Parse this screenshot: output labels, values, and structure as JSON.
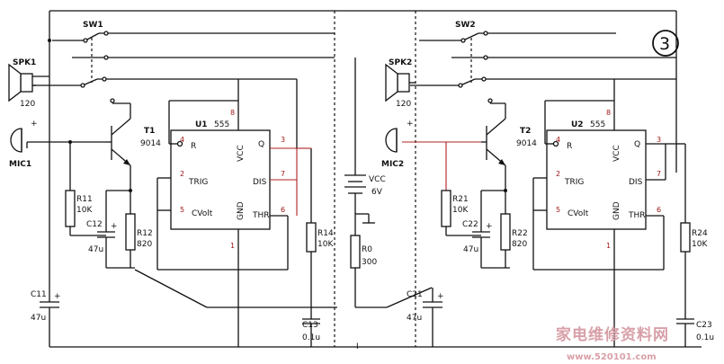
{
  "circuit_number": "3",
  "left": {
    "switch": "SW1",
    "speaker": "SPK1",
    "speaker_value": "120",
    "mic": "MIC1",
    "transistor": "T1",
    "transistor_type": "9014",
    "ic": "U1",
    "ic_type": "555",
    "r_a": "R11",
    "r_a_value": "10K",
    "c_a": "C12",
    "c_a_value": "47u",
    "r_b": "R12",
    "r_b_value": "820",
    "c_b": "C11",
    "c_b_value": "47u",
    "r_c": "R14",
    "r_c_value": "10K",
    "c_c": "C13",
    "c_c_value": "0.1u"
  },
  "right": {
    "switch": "SW2",
    "speaker": "SPK2",
    "speaker_value": "120",
    "mic": "MIC2",
    "transistor": "T2",
    "transistor_type": "9014",
    "ic": "U2",
    "ic_type": "555",
    "r_a": "R21",
    "r_a_value": "10K",
    "c_a": "C22",
    "c_a_value": "47u",
    "r_b": "R22",
    "r_b_value": "820",
    "c_b": "C21",
    "c_b_value": "47u",
    "r_c": "R24",
    "r_c_value": "10K",
    "c_c": "C23",
    "c_c_value": "0.1u"
  },
  "pins": {
    "r": "R",
    "vcc": "VCC",
    "q": "Q",
    "trig": "TRIG",
    "dis": "DIS",
    "cvolt": "CVolt",
    "gnd": "GND",
    "thr": "THR",
    "p1": "1",
    "p2": "2",
    "p3": "3",
    "p4": "4",
    "p5": "5",
    "p6": "6",
    "p7": "7",
    "p8": "8"
  },
  "supply": {
    "label": "VCC",
    "voltage": "6V",
    "resistor": "R0",
    "resistor_value": "300"
  },
  "watermark": {
    "text": "家电维修资料网",
    "url": "www.520101.com"
  },
  "colors": {
    "wire": "#111111",
    "red_wire": "#b02020",
    "watermark": "#d8a0a8"
  }
}
